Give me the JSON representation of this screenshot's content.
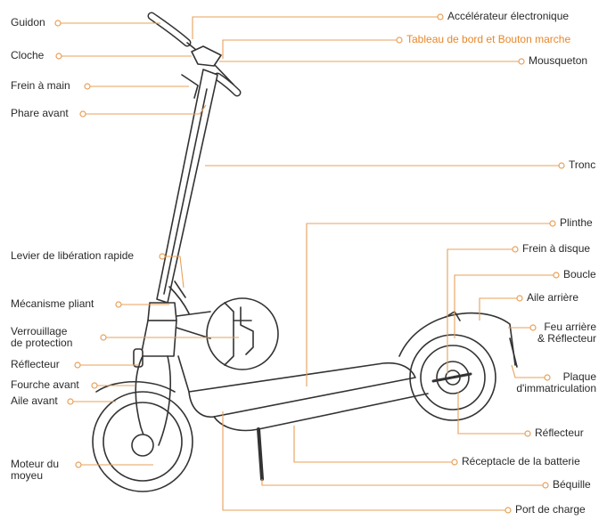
{
  "colors": {
    "leader": "#e8a05a",
    "highlight": "#e8872a",
    "drawing": "#333333"
  },
  "labels": {
    "guidon": "Guidon",
    "cloche": "Cloche",
    "frein_main": "Frein à main",
    "phare": "Phare avant",
    "levier": "Levier de libération rapide",
    "mecanisme": "Mécanisme pliant",
    "verrouillage_1": "Verrouillage",
    "verrouillage_2": "de protection",
    "reflecteur_avant": "Réflecteur",
    "fourche": "Fourche avant",
    "aile_avant": "Aile avant",
    "moteur_1": "Moteur du",
    "moteur_2": "moyeu",
    "accelerateur": "Accélérateur électronique",
    "tableau": "Tableau de bord et Bouton marche",
    "mousqueton": "Mousqueton",
    "tronc": "Tronc",
    "plinthe": "Plinthe",
    "frein_disque": "Frein à disque",
    "boucle": "Boucle",
    "aile_arriere": "Aile arrière",
    "feu_1": "Feu arrière",
    "feu_2": "& Réflecteur",
    "plaque_1": "Plaque",
    "plaque_2": "d'immatriculation",
    "reflecteur_arriere": "Réflecteur",
    "batterie": "Réceptacle de la batterie",
    "bequille": "Béquille",
    "charge": "Port de charge"
  }
}
